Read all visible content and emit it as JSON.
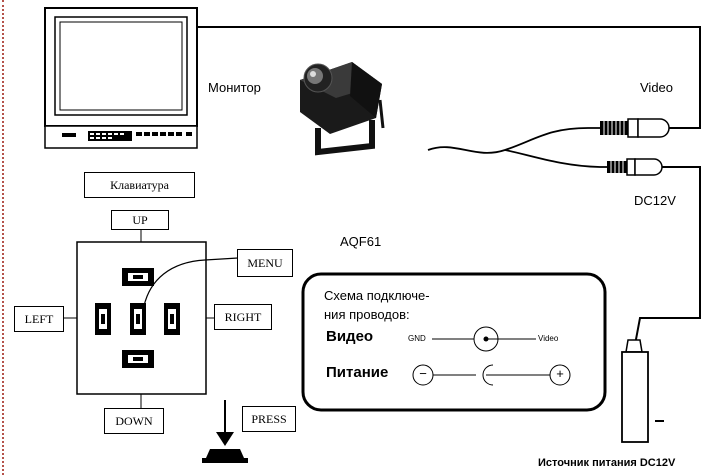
{
  "labels": {
    "monitor": "Монитор",
    "video": "Video",
    "dc12v": "DC12V",
    "model": "AQF61",
    "power_source": "Источник питания DC12V"
  },
  "keyboard": {
    "title": "Клавиатура",
    "up": "UP",
    "down": "DOWN",
    "left": "LEFT",
    "right": "RIGHT",
    "menu": "MENU",
    "press": "PRESS"
  },
  "scheme": {
    "title_line1": "Схема подключе-",
    "title_line2": "ния проводов:",
    "video_label": "Видео",
    "gnd_label": "GND",
    "video_pin_label": "Video",
    "power_label": "Питание",
    "minus": "−",
    "plus": "+"
  },
  "power_supply": {
    "minus_mark": "−"
  }
}
